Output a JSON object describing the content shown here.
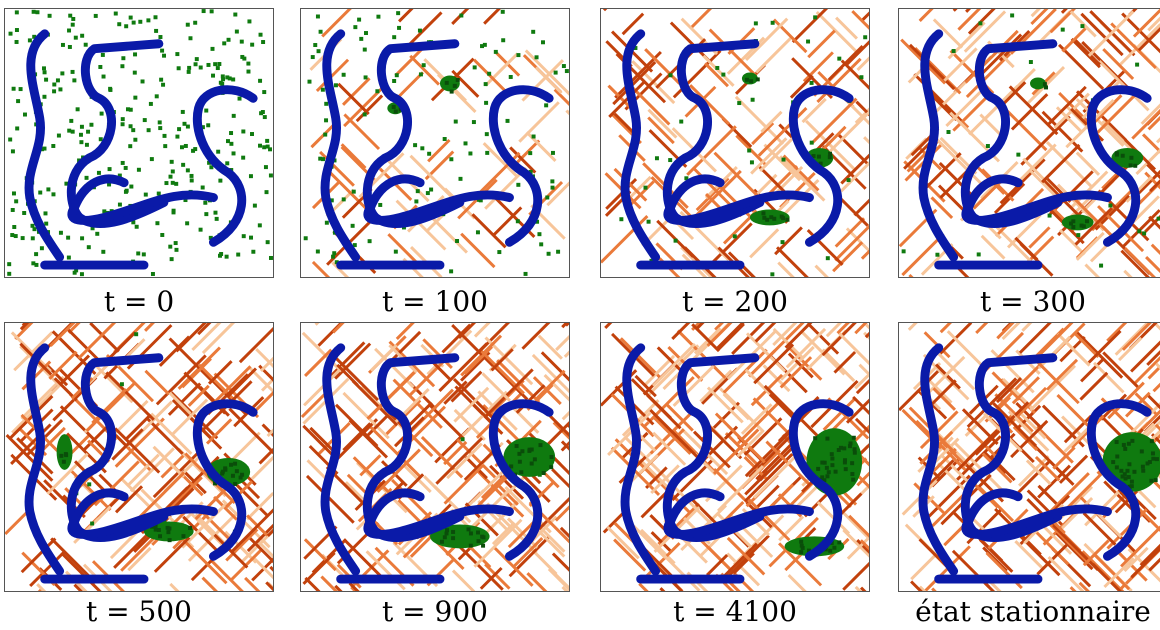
{
  "panels": [
    {
      "id": "p0",
      "caption": "t = 0"
    },
    {
      "id": "p100",
      "caption": "t = 100"
    },
    {
      "id": "p200",
      "caption": "t = 200"
    },
    {
      "id": "p300",
      "caption": "t = 300"
    },
    {
      "id": "p500",
      "caption": "t = 500"
    },
    {
      "id": "p900",
      "caption": "t = 900"
    },
    {
      "id": "p4100",
      "caption": "t = 4100"
    },
    {
      "id": "pss",
      "caption": "état stationnaire"
    }
  ],
  "colors": {
    "river": "#0a1aa8",
    "vegetation": "#0f7a0f",
    "pattern_dark": "#c2410c",
    "pattern_mid": "#ea7a3a",
    "pattern_light": "#f7c59a",
    "background": "#ffffff"
  }
}
